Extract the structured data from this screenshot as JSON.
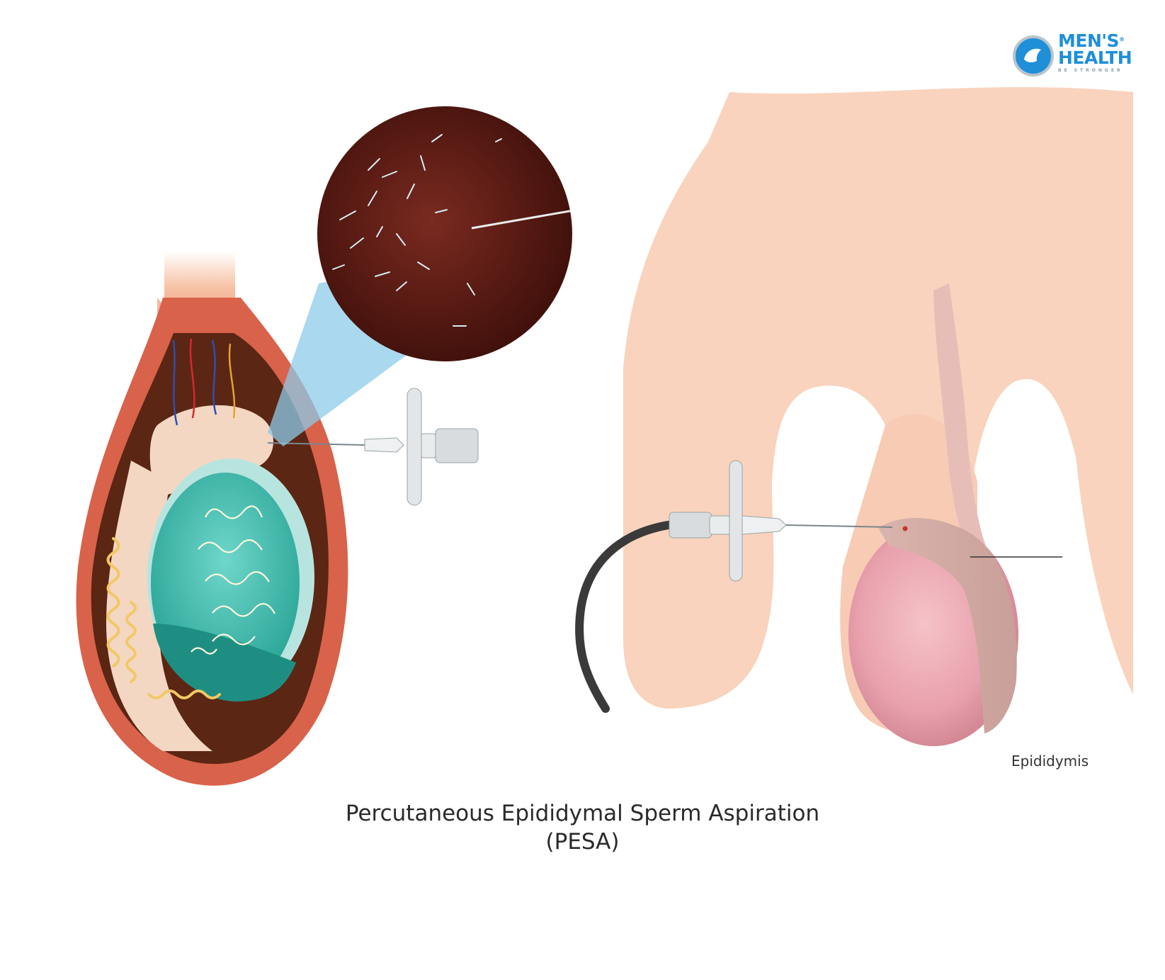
{
  "logo": {
    "line1": "MEN'S",
    "line2": "HEALTH",
    "registered": "®",
    "tagline": "BE STRONGER",
    "brand_color": "#1f8fd8"
  },
  "labels": {
    "epididymis": "Epididymis"
  },
  "caption": {
    "title": "Percutaneous Epididymal Sperm Aspiration",
    "abbrev": "(PESA)"
  },
  "colors": {
    "skin": "#f9d3bd",
    "testis": "#e79aa6",
    "tubules": "#4fbfb3",
    "zoom_bg": "#5a1a12",
    "zoom_cone": "#8ccbe9"
  }
}
